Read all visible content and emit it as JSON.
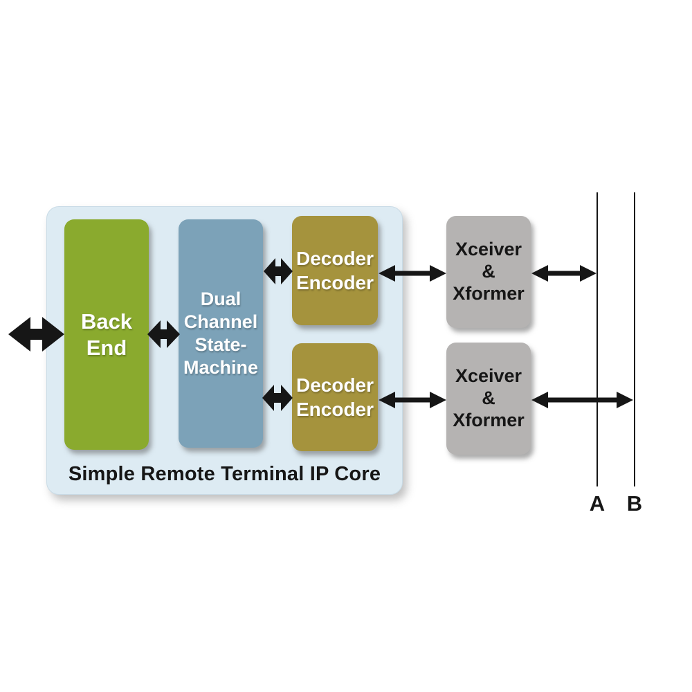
{
  "core_label": "Simple Remote Terminal IP Core",
  "blocks": {
    "back_end": {
      "lines": [
        "Back",
        "End"
      ]
    },
    "state_machine": {
      "lines": [
        "Dual",
        "Channel",
        "State-",
        "Machine"
      ]
    },
    "decoder_encoder_top": {
      "lines": [
        "Decoder",
        "Encoder"
      ]
    },
    "decoder_encoder_bottom": {
      "lines": [
        "Decoder",
        "Encoder"
      ]
    },
    "xceiver_xformer_top": {
      "lines": [
        "Xceiver",
        "&",
        "Xformer"
      ]
    },
    "xceiver_xformer_bottom": {
      "lines": [
        "Xceiver",
        "&",
        "Xformer"
      ]
    }
  },
  "bus": {
    "line_a_label": "A",
    "line_b_label": "B"
  },
  "colors": {
    "container_fill": "#ddebf3",
    "back_end_fill": "#8aaa2e",
    "state_machine_fill": "#7ca2b8",
    "decoder_encoder_fill": "#a5933d",
    "xceiver_xformer_fill": "#b5b3b2",
    "light_text": "#ffffff",
    "dark_text": "#161616",
    "ink": "#161616"
  }
}
